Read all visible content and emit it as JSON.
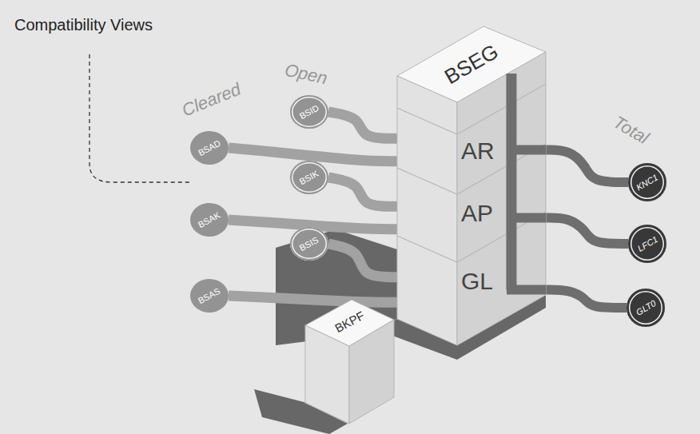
{
  "diagram": {
    "nodes": [
      {
        "text": [
          "BSEG"
        ]
      },
      {
        "text": [
          "AR"
        ],
        "in": 0
      },
      {
        "text": [
          "AP"
        ],
        "in": 0
      },
      {
        "text": [
          "GL"
        ],
        "in": 0
      },
      {
        "text": [
          "BSID"
        ]
      },
      {
        "text": [
          "BSAD"
        ]
      },
      {
        "text": [
          "BSIK"
        ]
      },
      {
        "text": [
          "BSAK"
        ]
      },
      {
        "text": [
          "BSIS"
        ]
      },
      {
        "text": [
          "BSAS"
        ]
      },
      {
        "text": [
          "BKPF"
        ]
      },
      {
        "text": [
          "KNC1"
        ]
      },
      {
        "text": [
          "LFC1"
        ]
      },
      {
        "text": [
          "GLT0"
        ]
      }
    ],
    "edges": [
      {
        "from": 4,
        "to": 1,
        "arrow": "none"
      },
      {
        "from": 5,
        "to": 1,
        "arrow": "none"
      },
      {
        "from": 6,
        "to": 2,
        "arrow": "none"
      },
      {
        "from": 7,
        "to": 2,
        "arrow": "none"
      },
      {
        "from": 8,
        "to": 3,
        "arrow": "none"
      },
      {
        "from": 9,
        "to": 3,
        "arrow": "none"
      },
      {
        "from": 1,
        "to": 11,
        "arrow": "none"
      },
      {
        "from": 2,
        "to": 12,
        "arrow": "none"
      },
      {
        "from": 3,
        "to": 13,
        "arrow": "none"
      }
    ],
    "labels": [
      "Compatibility Views",
      "Cleared",
      "Open",
      "Total"
    ]
  }
}
